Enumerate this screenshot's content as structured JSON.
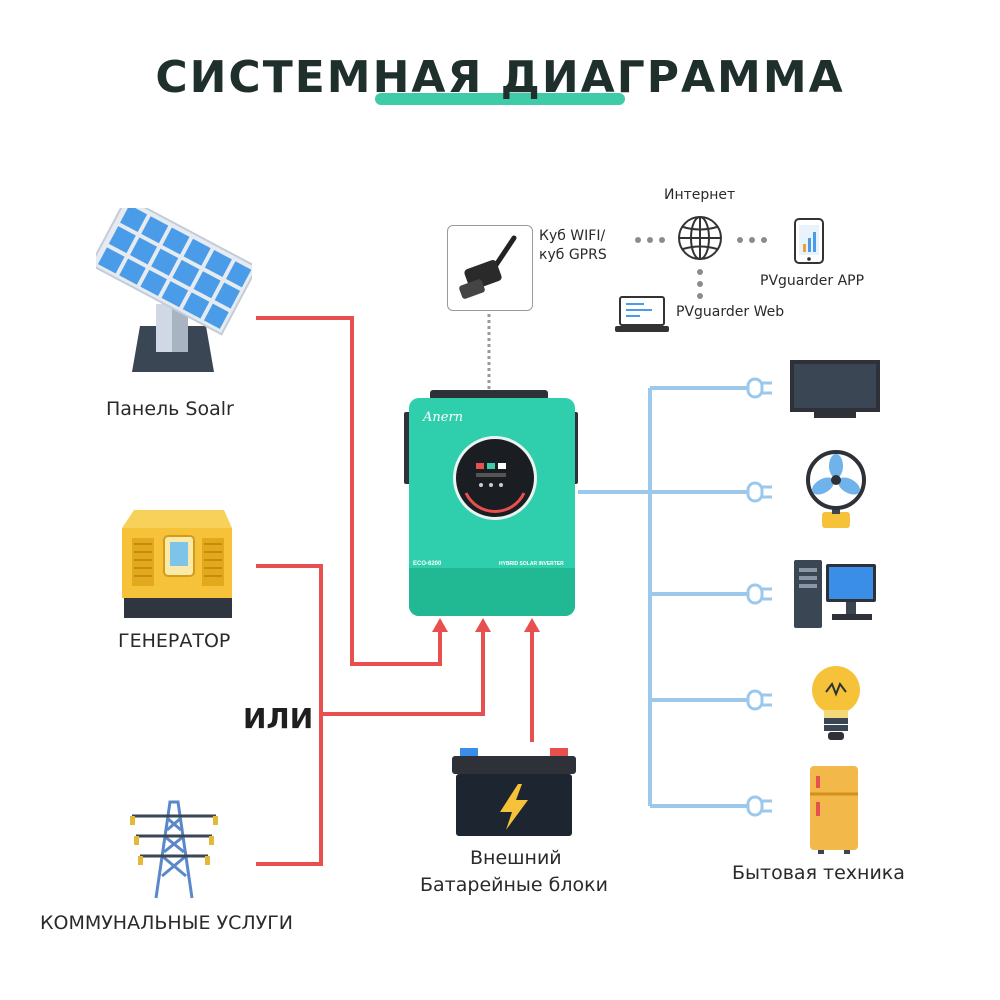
{
  "title": "СИСТЕМНАЯ ДИАГРАММА",
  "labels": {
    "solar": "Панель Soalr",
    "generator": "ГЕНЕРАТОР",
    "or": "ИЛИ",
    "utility": "КОММУНАЛЬНЫЕ УСЛУГИ",
    "battery_line1": "Внешний",
    "battery_line2": "Батарейные блоки",
    "appliances": "Бытовая техника",
    "wifi_line1": "Куб WIFI/",
    "wifi_line2": "куб GPRS",
    "internet": "Интернет",
    "app": "PVguarder APP",
    "web": "PVguarder Web"
  },
  "inverter": {
    "brand": "Anern",
    "model": "ECO-6200",
    "type": "HYBRID SOLAR INVERTER"
  },
  "colors": {
    "accent": "#3fcaa8",
    "input_wire": "#e8504f",
    "output_wire": "#9cc8ec",
    "inverter_body": "#2fcfae"
  }
}
